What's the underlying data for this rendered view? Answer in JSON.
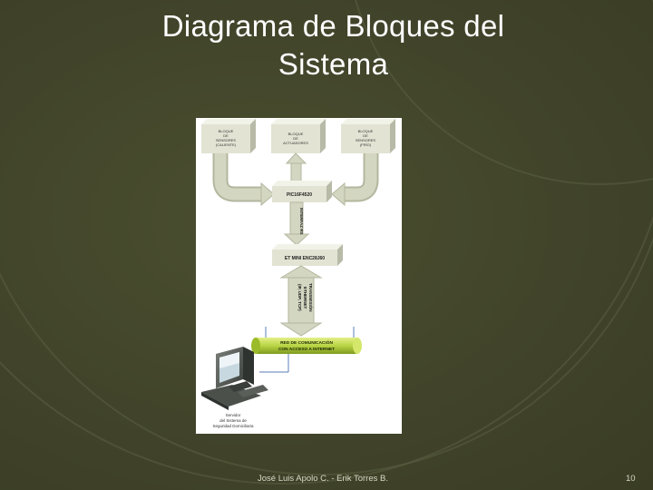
{
  "slide": {
    "title_line1": "Diagrama de Bloques del",
    "title_line2": "Sistema",
    "footer": "José Luis Apolo C. - Erik Torres B.",
    "page_number": "10"
  },
  "diagram": {
    "block_left": [
      "BLOQUE",
      "DE",
      "SENSORES",
      "(CALIENTE)"
    ],
    "block_center": [
      "BLOQUE",
      "DE",
      "ACTUADORES"
    ],
    "block_right": [
      "BLOQUE",
      "DE",
      "SENSORES",
      "(FRÍO)"
    ],
    "pic_label": "PIC16F4520",
    "interface_label": "INTERFAZ RS",
    "minicontroller_label": "ET MINI ENC28J60",
    "transmission_label": [
      "TRANSMISIÓN",
      "ETHERNET",
      "(IP, UDP, TCP)"
    ],
    "network_label": [
      "RED DE COMUNICACIÓN",
      "CON ACCESO A INTERNET"
    ],
    "server_label": [
      "Servidor",
      "del Sistema de",
      "Seguridad Domiciliaria"
    ]
  },
  "colors": {
    "background": "#41442a",
    "block_face": "#e2e3d3",
    "arrow": "#d3d6c0",
    "network_tube": "#b9d443"
  }
}
